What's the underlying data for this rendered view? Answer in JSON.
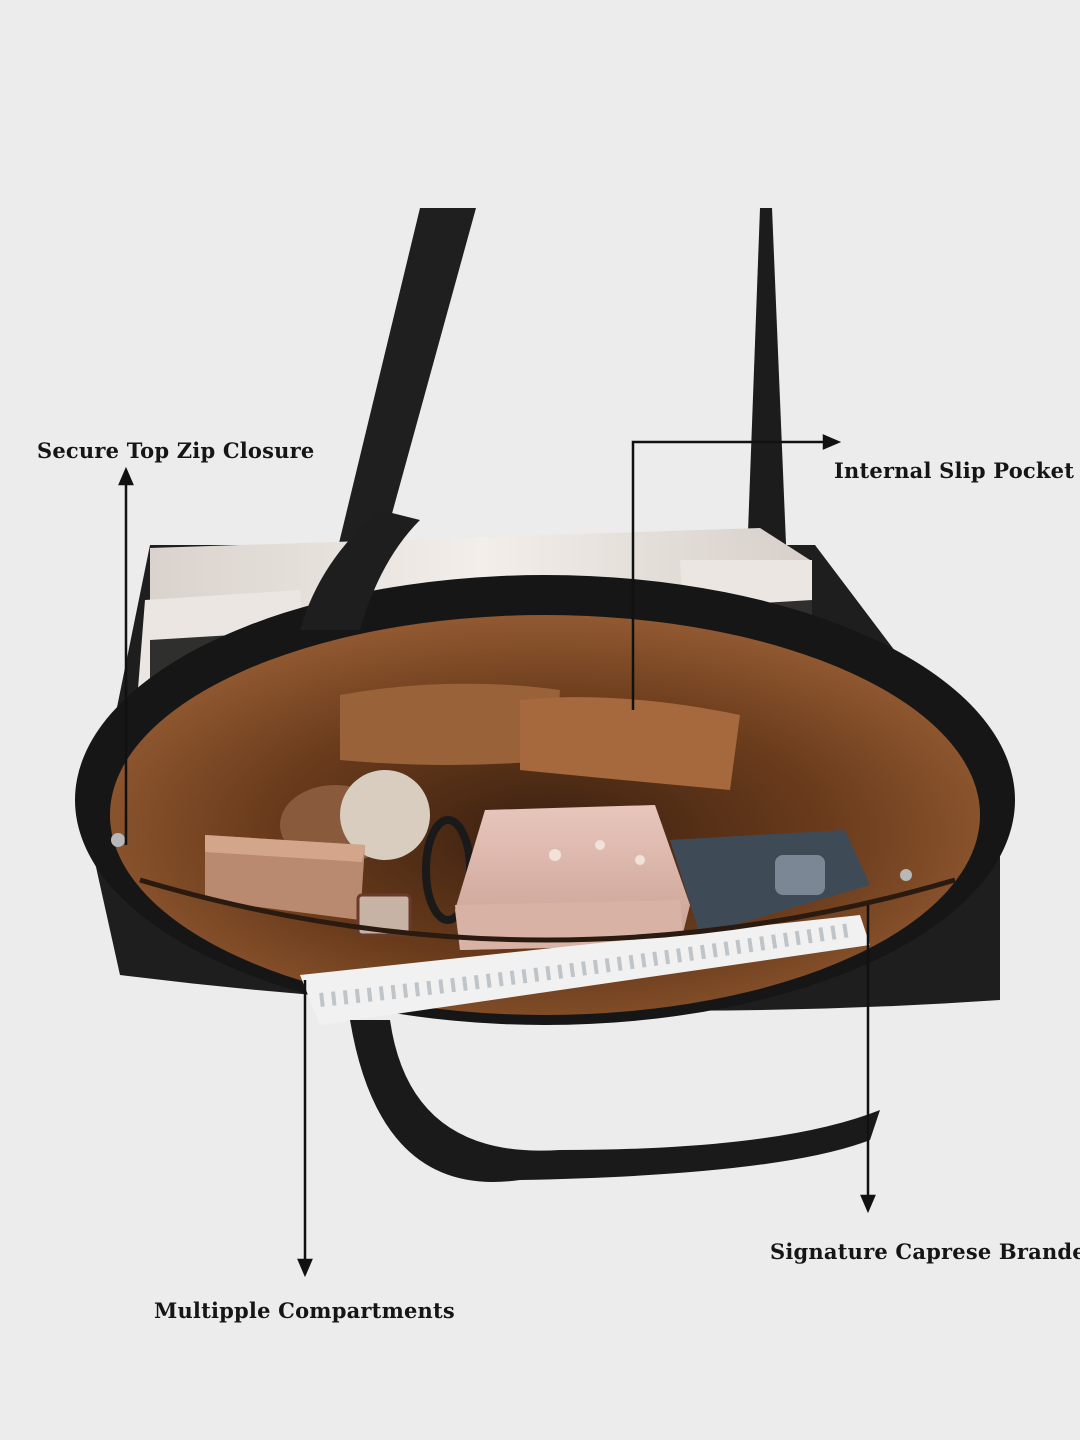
{
  "background_color": "#ececec",
  "bag_colors": {
    "strap": "#1c1c1c",
    "panel_dark": "#1e1e1e",
    "panel_light": "#ece6e2",
    "lining": "#8a5330",
    "lining_dark": "#5e3518"
  },
  "annotations": {
    "zip_closure": "Secure Top Zip Closure",
    "slip_pocket": "Internal Slip Pocket",
    "compartments": "Multipple Compartments",
    "branded": "Signature Caprese Branded"
  }
}
